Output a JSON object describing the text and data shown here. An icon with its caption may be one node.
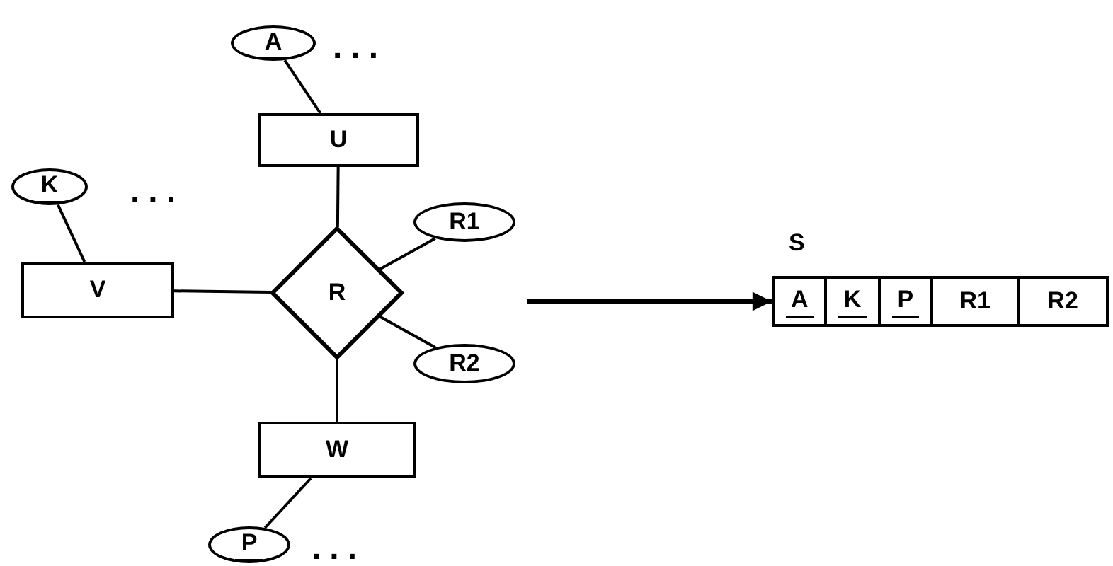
{
  "diagram": {
    "nodes": [
      {
        "text": [
          "A"
        ]
      },
      {
        "text": [
          "U"
        ]
      },
      {
        "text": [
          "K"
        ]
      },
      {
        "text": [
          "V"
        ]
      },
      {
        "text": [
          "R"
        ]
      },
      {
        "text": [
          "R1"
        ]
      },
      {
        "text": [
          "R2"
        ]
      },
      {
        "text": [
          "W"
        ]
      },
      {
        "text": [
          "P"
        ]
      },
      {
        "text": [
          "S"
        ]
      },
      {
        "text": [
          "A"
        ],
        "in": 9
      },
      {
        "text": [
          "K"
        ],
        "in": 9
      },
      {
        "text": [
          "P"
        ],
        "in": 9
      },
      {
        "text": [
          "R1"
        ],
        "in": 9
      },
      {
        "text": [
          "R2"
        ],
        "in": 9
      }
    ],
    "edges": [
      {
        "from": 0,
        "to": 1,
        "arrow": "none"
      },
      {
        "from": 2,
        "to": 3,
        "arrow": "none"
      },
      {
        "from": 1,
        "to": 4,
        "arrow": "none"
      },
      {
        "from": 3,
        "to": 4,
        "arrow": "none"
      },
      {
        "from": 4,
        "to": 5,
        "arrow": "none"
      },
      {
        "from": 4,
        "to": 6,
        "arrow": "none"
      },
      {
        "from": 4,
        "to": 7,
        "arrow": "none"
      },
      {
        "from": 7,
        "to": 8,
        "arrow": "none"
      },
      {
        "from": null,
        "to": 9,
        "arrow": "to",
        "style": "thick"
      }
    ],
    "labels": [
      "...",
      "...",
      "..."
    ]
  }
}
